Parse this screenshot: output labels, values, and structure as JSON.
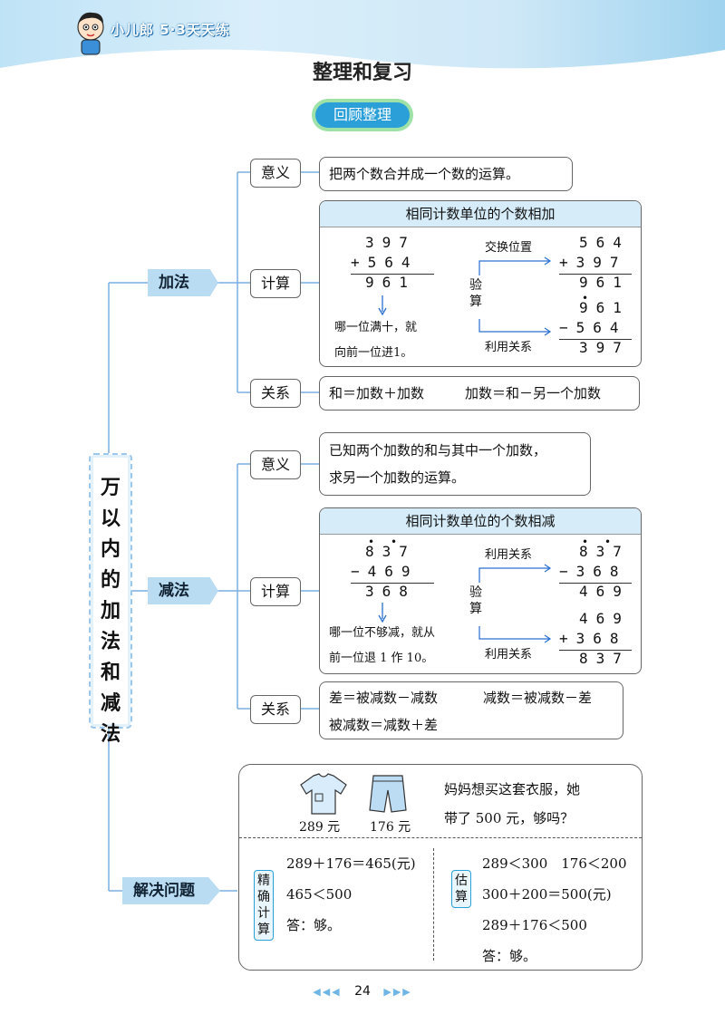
{
  "header": {
    "brand": "小儿郎 5·3天天练"
  },
  "page_title": "整理和复习",
  "section_badge": "回顾整理",
  "main_title": "万以内的加法和减法",
  "branches": {
    "addition": {
      "label": "加法",
      "meaning_label": "意义",
      "meaning_text": "把两个数合并成一个数的运算。",
      "calc_label": "计算",
      "calc_header": "相同计数单位的个数相加",
      "main_rows": [
        "397",
        "+564",
        "961"
      ],
      "main_note_1": "哪一位满十，就",
      "main_note_2": "向前一位进1。",
      "check_label": "验算",
      "check_top_label": "交换位置",
      "check_top_rows": [
        "564",
        "+397",
        "961"
      ],
      "check_bottom_label": "利用关系",
      "check_bottom_rows": [
        "961",
        "−564",
        "397"
      ],
      "relation_label": "关系",
      "relation_text_1": "和＝加数＋加数",
      "relation_text_2": "加数＝和－另一个加数"
    },
    "subtraction": {
      "label": "减法",
      "meaning_label": "意义",
      "meaning_text_1": "已知两个加数的和与其中一个加数，",
      "meaning_text_2": "求另一个加数的运算。",
      "calc_label": "计算",
      "calc_header": "相同计数单位的个数相减",
      "main_rows": [
        "837",
        "−469",
        "368"
      ],
      "main_note_1": "哪一位不够减，就从",
      "main_note_2": "前一位退 1 作 10。",
      "check_label": "验算",
      "check_top_label": "利用关系",
      "check_top_rows": [
        "837",
        "−368",
        "469"
      ],
      "check_bottom_label": "利用关系",
      "check_bottom_rows": [
        "469",
        "+368",
        "837"
      ],
      "relation_label": "关系",
      "relation_text_1": "差＝被减数－减数",
      "relation_text_2": "减数＝被减数－差",
      "relation_text_3": "被减数＝减数＋差"
    },
    "problem": {
      "label": "解决问题",
      "price_1": "289 元",
      "price_2": "176 元",
      "question_1": "妈妈想买这套衣服，她",
      "question_2": "带了 500 元，够吗？",
      "exact_label": "精确计算",
      "exact_lines": [
        "289＋176＝465(元)",
        "465＜500",
        "答：够。"
      ],
      "estimate_label": "估算",
      "estimate_lines": [
        "289＜300　176＜200",
        "300＋200＝500(元)",
        "289＋176＜500",
        "答：够。"
      ]
    }
  },
  "page_number": "24",
  "colors": {
    "tag": "#b9dcf3",
    "badge": "#2a9fd8",
    "box_head": "#d6ecf9",
    "accent": "#6fb6e6"
  }
}
